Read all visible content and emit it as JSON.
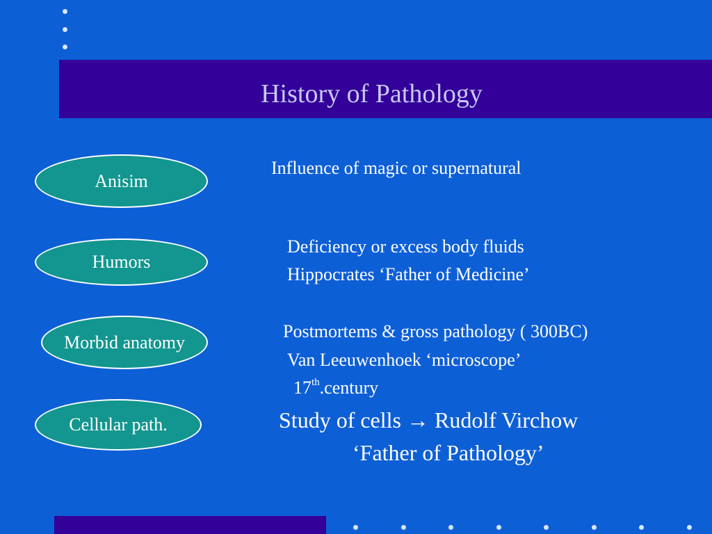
{
  "slide": {
    "title": "History of Pathology"
  },
  "topics": [
    {
      "label": "Anisim"
    },
    {
      "label": "Humors"
    },
    {
      "label": "Morbid anatomy"
    },
    {
      "label": "Cellular path."
    }
  ],
  "descriptions": {
    "anisim": [
      "Influence of magic or supernatural"
    ],
    "humors": [
      "Deficiency or excess body fluids",
      "Hippocrates ‘Father of Medicine’"
    ],
    "morbid": {
      "line1": "Postmortems & gross pathology ( 300BC)",
      "line2": "Van Leeuwenhoek ‘microscope’",
      "line3_number": "17",
      "line3_superscript": "th",
      "line3_rest": ".century"
    },
    "cellular": {
      "line1_before": "Study of cells",
      "line1_arrow": "→",
      "line1_after": "Rudolf Virchow",
      "line2": "‘Father of Pathology’"
    }
  },
  "colors": {
    "background": "#0d5fd6",
    "band": "#330099",
    "oval_fill": "#12968f",
    "title_text": "#c8c8f0"
  }
}
